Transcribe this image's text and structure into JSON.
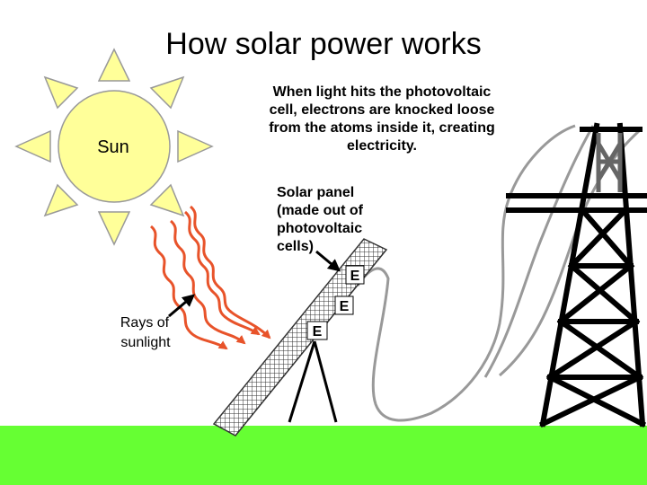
{
  "title": "How solar power works",
  "sun_label": "Sun",
  "explanation_lines": [
    "When light hits the photovoltaic",
    "cell, electrons are knocked loose",
    "from the atoms inside it, creating",
    "electricity."
  ],
  "panel_label_lines": [
    "Solar panel",
    "(made out of",
    "photovoltaic",
    "cells)"
  ],
  "rays_label_lines": [
    "Rays of",
    "sunlight"
  ],
  "electron_label": "E",
  "colors": {
    "ground": "#66ff33",
    "sun_fill": "#ffff99",
    "sun_stroke": "#999999",
    "rays": "#e8532a",
    "wire": "#999999",
    "tower": "#000000"
  }
}
